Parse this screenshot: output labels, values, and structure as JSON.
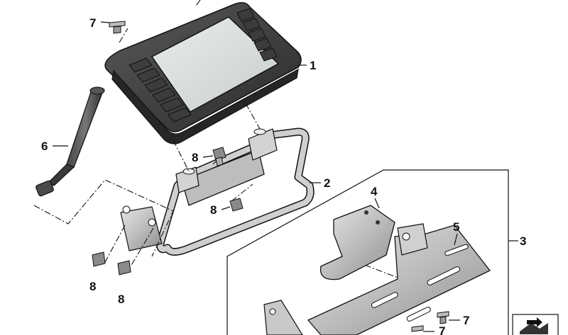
{
  "callouts": {
    "c1": "1",
    "c2": "2",
    "c3": "3",
    "c4": "4",
    "c5": "5",
    "c6": "6",
    "c7a": "7",
    "c7b": "7",
    "c7c": "7",
    "c8a": "8",
    "c8b": "8",
    "c8c": "8",
    "c8d": "8"
  },
  "parts": [
    {
      "callout": "1",
      "icon": "navigation-display-unit"
    },
    {
      "callout": "2",
      "icon": "tubular-mounting-bracket"
    },
    {
      "callout": "3",
      "icon": "mounting-kit-group"
    },
    {
      "callout": "4",
      "icon": "bent-holder-plate"
    },
    {
      "callout": "5",
      "icon": "slotted-adapter-plate"
    },
    {
      "callout": "6",
      "icon": "antenna-rod"
    },
    {
      "callout": "7",
      "icon": "flange-screw"
    },
    {
      "callout": "8",
      "icon": "hex-bolt"
    }
  ],
  "corner_symbol": "sheet-symbol-icon"
}
